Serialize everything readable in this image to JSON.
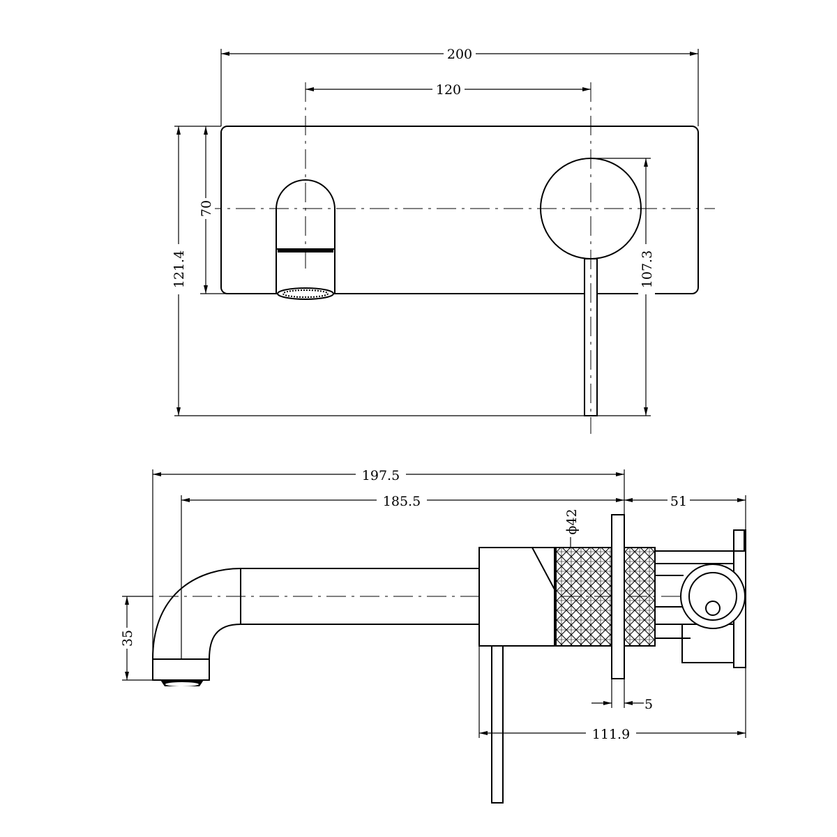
{
  "front_view": {
    "width": "200",
    "centers": "120",
    "height_total": "121.4",
    "plate_height": "70",
    "handle_drop": "107.3"
  },
  "side_view": {
    "spout_reach": "197.5",
    "spout_from_plate": "185.5",
    "body_depth": "51",
    "spout_height": "35",
    "handle_diameter": "ϕ42",
    "plate_thickness": "5",
    "body_length": "111.9"
  }
}
